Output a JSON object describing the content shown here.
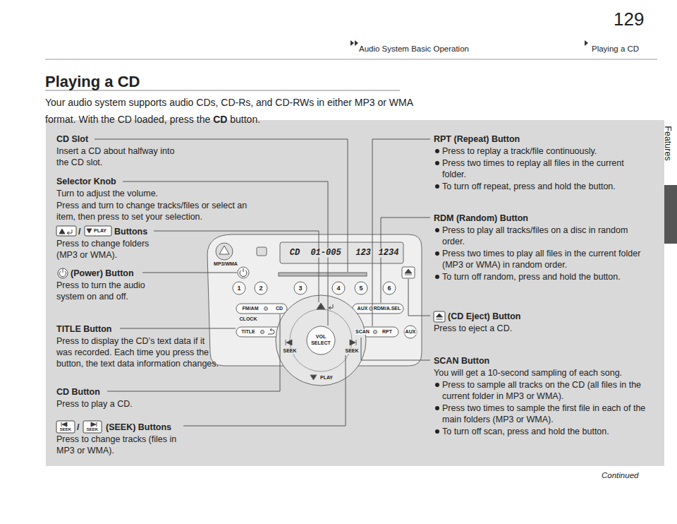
{
  "diagram": {
    "title": "Playing a CD",
    "labels": [
      "Audio System Basic Operation",
      "Playing a CD",
      "129",
      "Features",
      "Continued",
      "Your audio system supports audio CDs, CD-Rs, and CD-RWs in either MP3 or WMA format. With the CD loaded, press the",
      "CD",
      "button.",
      "CD Slot",
      "Insert a CD about halfway into the CD slot.",
      "Selector Knob",
      "Turn to adjust the volume.",
      "Press and turn to change tracks/files or select an item, then press to set your selection.",
      "Buttons",
      "Press to change folders (MP3 or WMA).",
      "(Power) Button",
      "Press to turn the audio system on and off.",
      "TITLE Button",
      "Press to display the CD’s text data if it was recorded. Each time you press the button, the text data information changes.",
      "CD Button",
      "Press to play a CD.",
      "(SEEK) Buttons",
      "Press to change tracks (files in MP3 or WMA).",
      "RPT (Repeat) Button",
      "Press to replay a track/file continuously.",
      "Press two times to replay all files in the current folder.",
      "To turn off repeat, press and hold the button.",
      "RDM (Random) Button",
      "Press to play all tracks/files on a disc in random order.",
      "Press two times to play all files in the current folder (MP3 or WMA) in random order.",
      "To turn off random, press and hold the button.",
      "(CD Eject) Button",
      "Press to eject a CD.",
      "SCAN Button",
      "You will get a 10-second sampling of each song.",
      "Press to sample all tracks on the CD (all files in the current folder in MP3 or WMA).",
      "Press two times to sample the first file in each of the main folders (MP3 or WMA).",
      "To turn off scan, press and hold the button.",
      "MP3/WMA",
      "CD",
      "01-005",
      "123",
      "1234",
      "1",
      "2",
      "3",
      "4",
      "5",
      "6",
      "FM/AM",
      "CD",
      "CLOCK",
      "TITLE",
      "AUX",
      "RDM/A.SEL",
      "SCAN",
      "RPT",
      "AUX",
      "VOL",
      "SELECT",
      "PLAY",
      "SEEK",
      "SEEK",
      "/",
      "PLAY",
      "/",
      "SEEK",
      "SEEK"
    ]
  }
}
